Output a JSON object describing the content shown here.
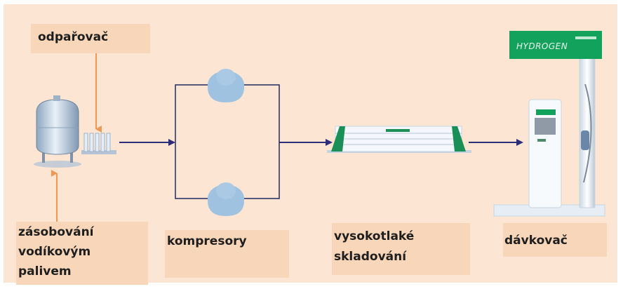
{
  "labels": {
    "evaporator": "odpařovač",
    "supply_line1": "zásobování",
    "supply_line2": "vodíkovým",
    "supply_line3": "palivem",
    "compressors": "kompresory",
    "storage_line1": "vysokotlaké",
    "storage_line2": "skladování",
    "dispenser": "dávkovač"
  },
  "dispenser_sign": "HYDROGEN",
  "colors": {
    "background": "#fce6d3",
    "label_box": "#f7d6b9",
    "orange_arrow": "#ee9a55",
    "flow_arrow": "#2e2d7a",
    "pipe": "#1f2a5e",
    "compressor": "#9fc2e0",
    "sign_green": "#13a25c",
    "storage_green": "#1a8f57"
  },
  "icons": [
    "tank-icon",
    "evaporator-icon",
    "compressor-icon",
    "storage-tank-icon",
    "dispenser-icon"
  ]
}
